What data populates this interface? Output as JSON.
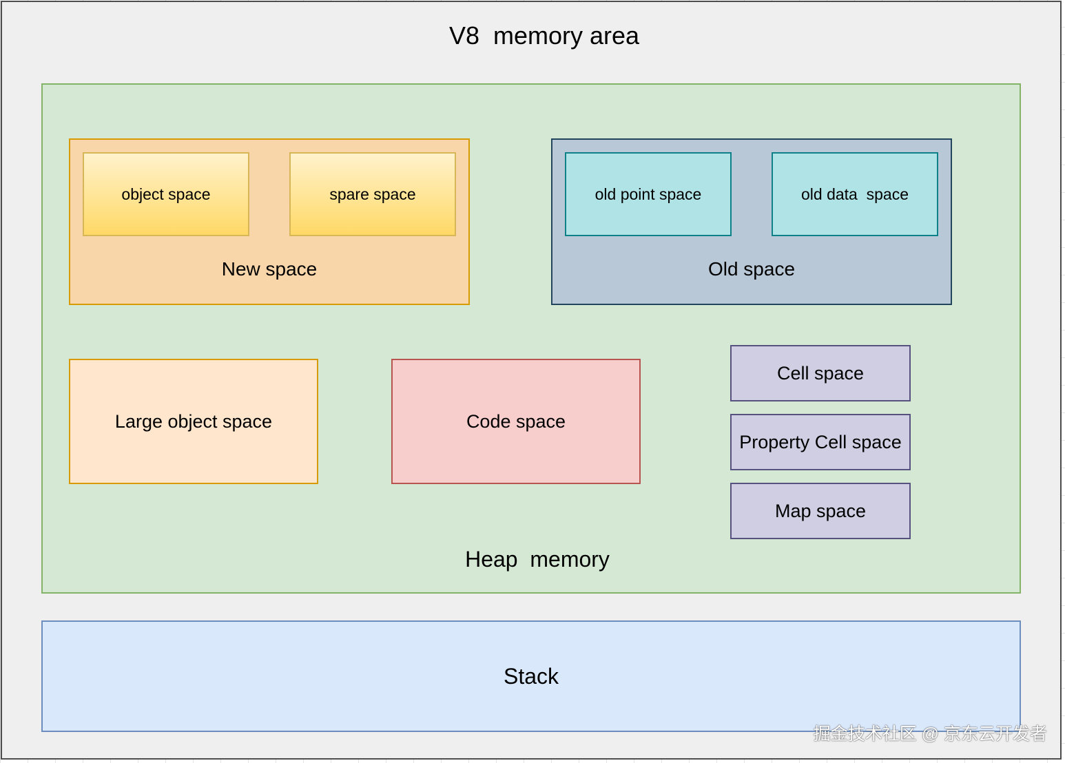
{
  "diagram": {
    "title": "V8  memory area",
    "heap": {
      "label": "Heap  memory",
      "new_space": {
        "label": "New space",
        "object_space": "object space",
        "spare_space": "spare space"
      },
      "old_space": {
        "label": "Old space",
        "old_point_space": "old point space",
        "old_data_space": "old data  space"
      },
      "large_object_space": "Large object space",
      "code_space": "Code space",
      "cell_space": "Cell space",
      "property_cell_space": "Property Cell space",
      "map_space": "Map space"
    },
    "stack": "Stack",
    "watermark": "掘金技术社区 @ 京东云开发者"
  },
  "colors": {
    "background": "#efefef",
    "heap_fill": "#d5e8d4",
    "heap_border": "#82b366",
    "new_space_fill": "#f8d6a9",
    "old_space_fill": "#b9c8d6",
    "yellow_fill": "#ffd966",
    "cyan_fill": "#b0e3e6",
    "large_object_fill": "#ffe6cc",
    "code_space_fill": "#f8cecc",
    "purple_fill": "#d0cee2",
    "stack_fill": "#dae8fc"
  }
}
